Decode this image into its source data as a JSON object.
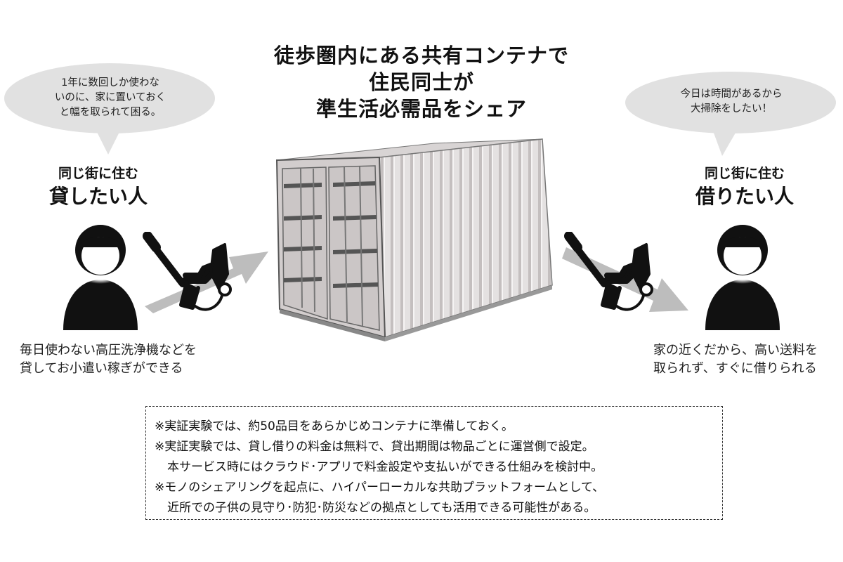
{
  "title": {
    "line1": "徒歩圏内にある共有コンテナで",
    "line2": "住民同士が",
    "line3": "準生活必需品をシェア"
  },
  "lender": {
    "bubble_lines": [
      "1年に数回しか使わな",
      "いのに、家に置いておく",
      "と幅を取られて困る。"
    ],
    "role_sub": "同じ街に住む",
    "role_main": "貸したい人",
    "desc_lines": [
      "毎日使わない高圧洗浄機などを",
      "貸してお小遣い稼ぎができる"
    ]
  },
  "borrower": {
    "bubble_lines": [
      "今日は時間があるから",
      "大掃除をしたい！"
    ],
    "role_sub": "同じ街に住む",
    "role_main": "借りたい人",
    "desc_lines": [
      "家の近くだから、高い送料を",
      "取られず、すぐに借りられる"
    ]
  },
  "notes": [
    "※実証実験では、約50品目をあらかじめコンテナに準備しておく。",
    "※実証実験では、貸し借りの料金は無料で、貸出期間は物品ごとに運営側で設定。",
    "本サービス時にはクラウド･アプリで料金設定や支払いができる仕組みを検討中。",
    "※モノのシェアリングを起点に、ハイパーローカルな共助プラットフォームとして、",
    "近所での子供の見守り･防犯･防災などの拠点としても活用できる可能性がある。"
  ],
  "icons": [
    "person-icon",
    "pressure-washer-icon",
    "arrow-icon",
    "shipping-container-icon",
    "speech-bubble-icon"
  ],
  "colors": {
    "bubble": "#e1e1e1",
    "arrow": "#bdbdbd",
    "container": "#cfcaca",
    "person": "#111111"
  }
}
